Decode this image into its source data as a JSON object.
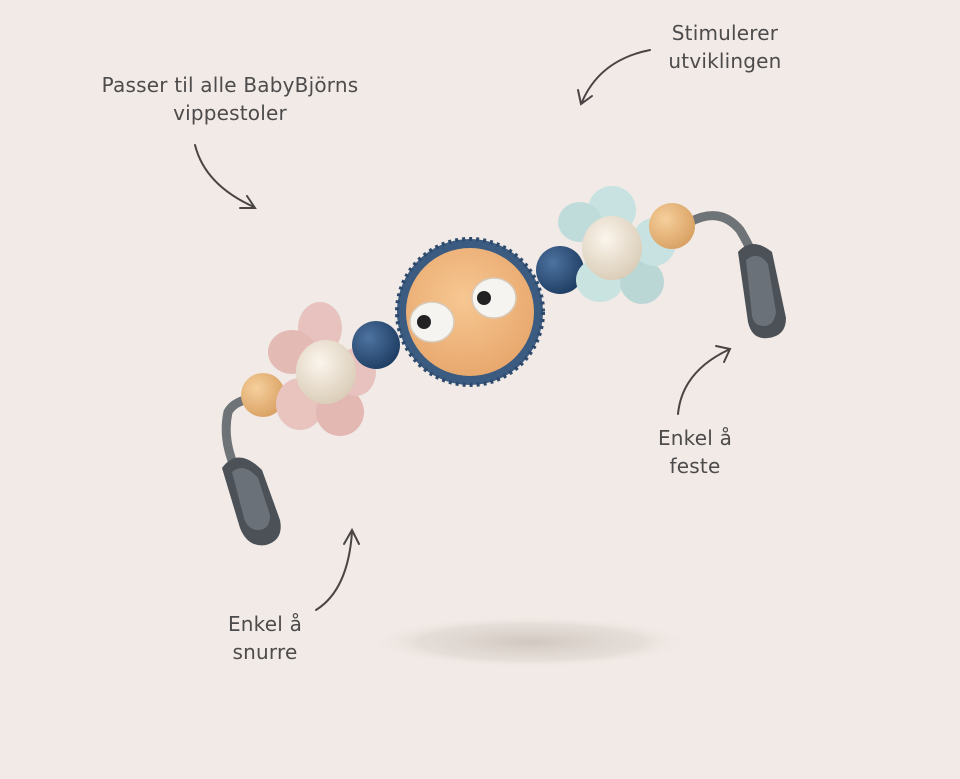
{
  "labels": {
    "fits_all": {
      "line1": "Passer til alle BabyBjörns",
      "line2": "vippestoler"
    },
    "stimulates": {
      "line1": "Stimulerer",
      "line2": "utviklingen"
    },
    "easy_attach": {
      "line1": "Enkel å",
      "line2": "feste"
    },
    "easy_spin": {
      "line1": "Enkel å",
      "line2": "snurre"
    }
  },
  "colors": {
    "background": "#f1eae6",
    "text": "#4d4b4b",
    "arrow": "#4a4444",
    "bar_grey": "#6e7378",
    "clip_dark": "#4b5157",
    "bead_blue": "#2e4f78",
    "bead_tan": "#e6b47a",
    "flower_pink": "#e8c2be",
    "flower_mint": "#c7e2e0",
    "center_cream": "#ece2d3",
    "face_peach": "#f0b47c",
    "face_ring": "#3b5b80"
  }
}
